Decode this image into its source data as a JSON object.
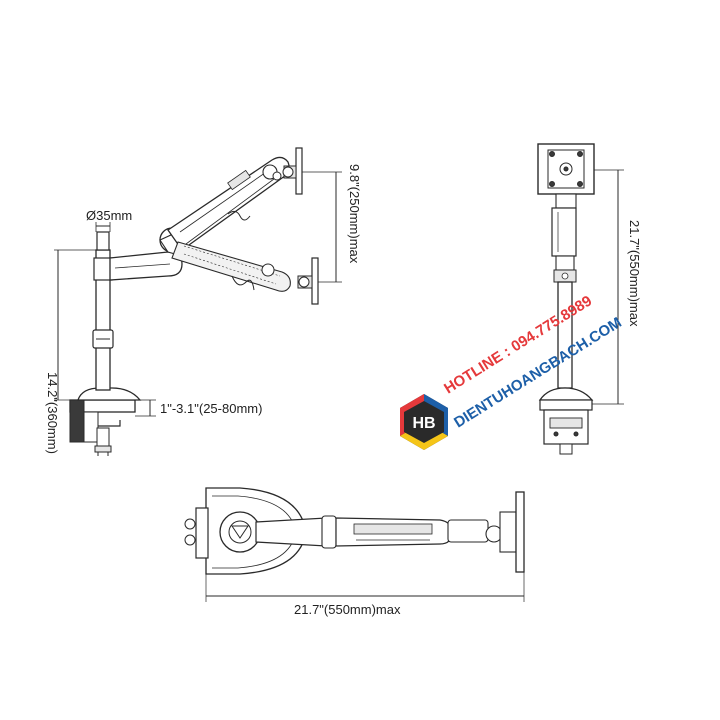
{
  "dimensions": {
    "pole_diameter": "Ø35mm",
    "pole_height": "14.2\"(360mm)",
    "vesa_height": "9.8\"(250mm)max",
    "clamp_range": "1\"-3.1\"(25-80mm)",
    "reach_side": "21.7\"(550mm)max",
    "reach_top": "21.7\"(550mm)max"
  },
  "watermark": {
    "logo_text": "HB",
    "hotline": "HOTLINE : 094.775.8989",
    "website": "DIENTUHOANGBACH.COM",
    "colors": {
      "hotline": "#e5393b",
      "website": "#1d5fa8",
      "logo_red": "#e5393b",
      "logo_blue": "#1d5fa8",
      "logo_yellow": "#f5c518",
      "logo_dark": "#2a2a2a"
    }
  }
}
